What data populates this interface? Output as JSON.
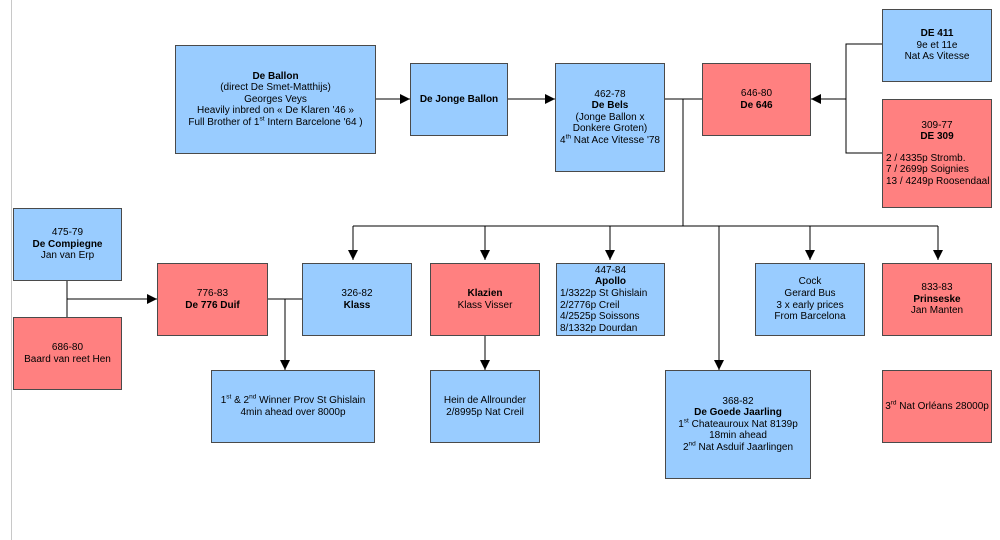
{
  "nodes": {
    "de_ballon": {
      "name": "De Ballon",
      "l1": "(direct De Smet-Matthijs)",
      "l2": "Georges Veys",
      "l3": "Heavily inbred on « De Klaren '46 »",
      "l4a": "Full Brother of 1",
      "l4sup": "st",
      "l4b": " Intern Barcelone '64 )"
    },
    "de_jonge_ballon": {
      "name": "De Jonge Ballon"
    },
    "de_bels": {
      "ring": "462-78",
      "name": "De Bels",
      "l1": "(Jonge Ballon x",
      "l2": "Donkere Groten)",
      "l3a": "4",
      "l3sup": "th",
      "l3b": " Nat Ace Vitesse '78"
    },
    "de_646": {
      "ring": "646-80",
      "name": "De 646"
    },
    "de_411": {
      "name": "DE 411",
      "l1": "9e et 11e",
      "l2": "Nat As Vitesse"
    },
    "de_309": {
      "ring": "309-77",
      "name": "DE 309",
      "r1": "2 / 4335p Stromb.",
      "r2": "7 / 2699p Soignies",
      "r3": "13 / 4249p Roosendaal"
    },
    "de_compiegne": {
      "ring": "475-79",
      "name": "De Compiegne",
      "l1": "Jan van Erp"
    },
    "baard": {
      "ring": "686-80",
      "l1": "Baard van reet Hen"
    },
    "de_776_duif": {
      "ring": "776-83",
      "name": "De 776 Duif"
    },
    "klass": {
      "ring": "326-82",
      "name": "Klass"
    },
    "klazien": {
      "name": "Klazien",
      "l1": "Klass Visser"
    },
    "apollo": {
      "ring": "447-84",
      "name": "Apollo",
      "r1": "1/3322p St Ghislain",
      "r2": "2/2776p Creil",
      "r3": "4/2525p Soissons",
      "r4": "8/1332p Dourdan"
    },
    "cock": {
      "name": "Cock",
      "l1": "Gerard Bus",
      "l2": "3 x early prices",
      "l3": "From Barcelona"
    },
    "prinseske": {
      "ring": "833-83",
      "name": "Prinseske",
      "l1": "Jan Manten"
    },
    "winner": {
      "l1a": "1",
      "l1sup1": "st",
      "l1b": " & 2",
      "l1sup2": "nd",
      "l1c": " Winner Prov St Ghislain",
      "l2": "4min ahead over 8000p"
    },
    "hein": {
      "l1": "Hein de Allrounder",
      "l2": "2/8995p Nat Creil"
    },
    "de_goede_jaarling": {
      "ring": "368-82",
      "name": "De Goede Jaarling",
      "l1a": "1",
      "l1sup": "st",
      "l1b": " Chateauroux Nat 8139p",
      "l2": "18min ahead",
      "l3a": "2",
      "l3sup": "nd",
      "l3b": " Nat Asduif Jaarlingen"
    },
    "orleans": {
      "l1a": "3",
      "l1sup": "rd",
      "l1b": " Nat Orléans 28000p"
    }
  },
  "colors": {
    "blue": "#99ccff",
    "red": "#ff8080",
    "border": "#4a4a4a",
    "line": "#000000"
  }
}
